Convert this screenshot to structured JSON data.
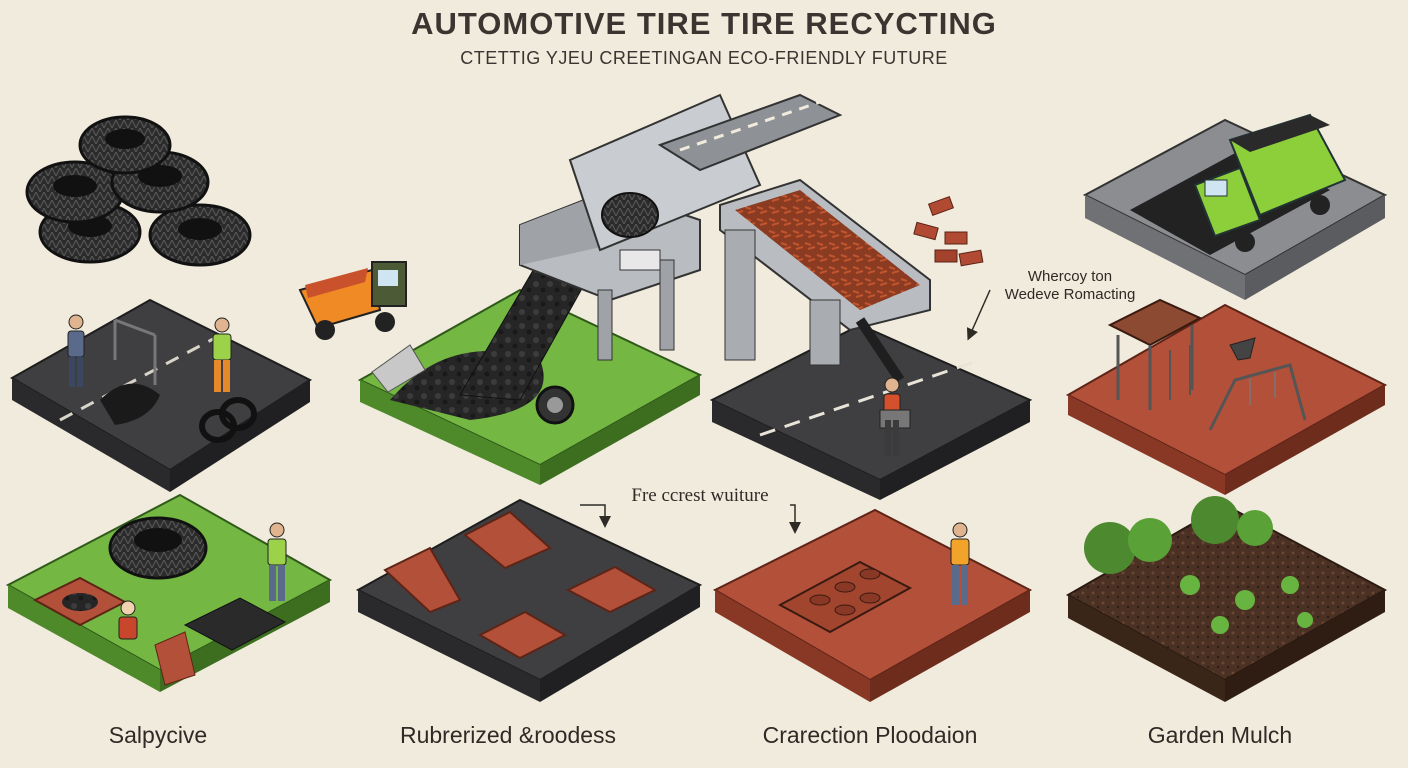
{
  "header": {
    "title": "AUTOMOTIVE TIRE TIRE RECYCTING",
    "subtitle": "CTETTIG YJEU CREETINGAN ECO-FRIENDLY FUTURE"
  },
  "annotations": {
    "right_line1": "Whercoy ton",
    "right_line2": "Wedeve Romacting",
    "center": "Fre ccrest wuiture"
  },
  "captions": [
    "Salpycive",
    "Rubrerized &roodess",
    "Crarection Ploodaion",
    "Garden Mulch"
  ],
  "colors": {
    "background": "#f1ebdd",
    "asphalt": "#3f3f42",
    "grass": "#74b843",
    "clay": "#b3503a",
    "soil": "#4a3124",
    "machine": "#b9bcc0",
    "truck_green": "#8ccf3a",
    "loader_orange": "#f08a24"
  },
  "icons": [
    "tire-stack-icon",
    "shredder-machine-icon",
    "dump-truck-icon",
    "loader-icon",
    "worker-icon",
    "playground-icon",
    "plant-icon",
    "brick-pile-icon"
  ]
}
